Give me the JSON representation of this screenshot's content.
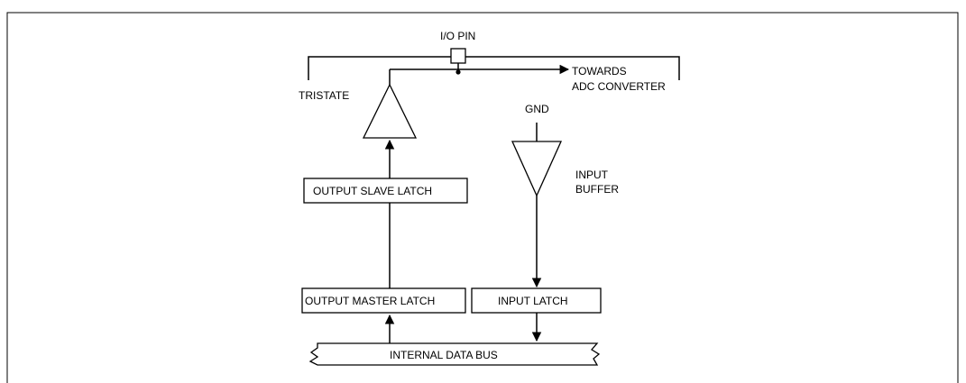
{
  "diagram": {
    "labels": {
      "io_pin": "I/O PIN",
      "towards_line1": "TOWARDS",
      "towards_line2": "ADC CONVERTER",
      "tristate": "TRISTATE",
      "gnd": "GND",
      "input_buffer_line1": "INPUT",
      "input_buffer_line2": "BUFFER"
    },
    "boxes": {
      "output_slave_latch": "OUTPUT SLAVE LATCH",
      "output_master_latch": "OUTPUT MASTER LATCH",
      "input_latch": "INPUT LATCH",
      "internal_data_bus": "INTERNAL DATA BUS"
    }
  }
}
